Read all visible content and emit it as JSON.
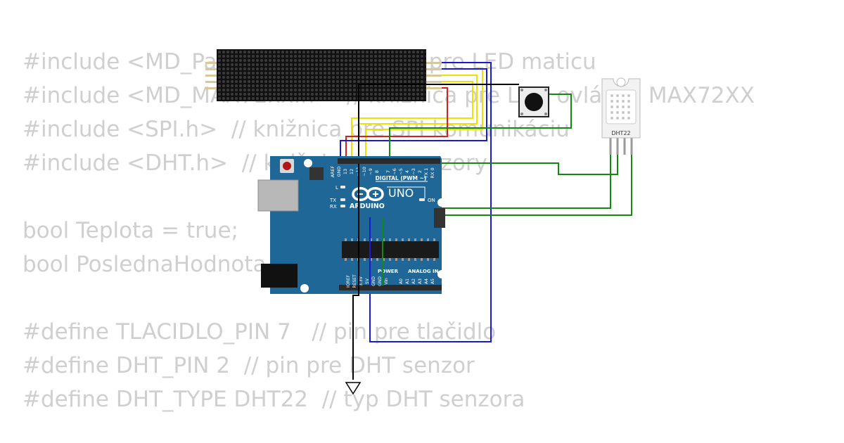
{
  "code_lines": [
    "#include <MD_Parola.h>  // knižnica pre LED maticu",
    "#include <MD_MAX72xx.h>  // knižnica pre LED ovládač MAX72XX",
    "#include <SPI.h>  // knižnica pre SPI komunikáciu",
    "#include <DHT.h>  // knižnica pre senzory",
    "",
    "bool Teplota = true;",
    "bool PoslednaHodnota = true;",
    "",
    "#define TLACIDLO_PIN 7   // pin pre tlačidlo",
    "#define DHT_PIN 2  // pin pre DHT senzor",
    "#define DHT_TYPE DHT22  // typ DHT senzora"
  ],
  "board": {
    "brand": "ARDUINO",
    "model": "UNO",
    "digital_header": "DIGITAL (PWM ~)",
    "power_header": "POWER",
    "analog_header": "ANALOG IN",
    "led_l": "L",
    "led_tx": "TX",
    "led_rx": "RX",
    "led_on": "ON",
    "top_pins": [
      "AREF",
      "GND",
      "13",
      "12",
      "~11",
      "~10",
      "~9",
      "8",
      "7",
      "~6",
      "~5",
      "4",
      "~3",
      "2",
      "TX 1",
      "RX 0"
    ],
    "power_pins": [
      "IOREF",
      "RESET",
      "3.3V",
      "5V",
      "GND",
      "GND",
      "Vin"
    ],
    "analog_pins": [
      "A0",
      "A1",
      "A2",
      "A3",
      "A4",
      "A5"
    ]
  },
  "sensor": {
    "label": "DHT22"
  },
  "colors": {
    "code_text": "#cfcfcf",
    "board": "#1f6796",
    "wire_blue": "#1a1ad6",
    "wire_green": "#128a12",
    "wire_red": "#d42020",
    "wire_yellow": "#f0e000",
    "wire_black": "#000000",
    "matrix": "#111111"
  }
}
